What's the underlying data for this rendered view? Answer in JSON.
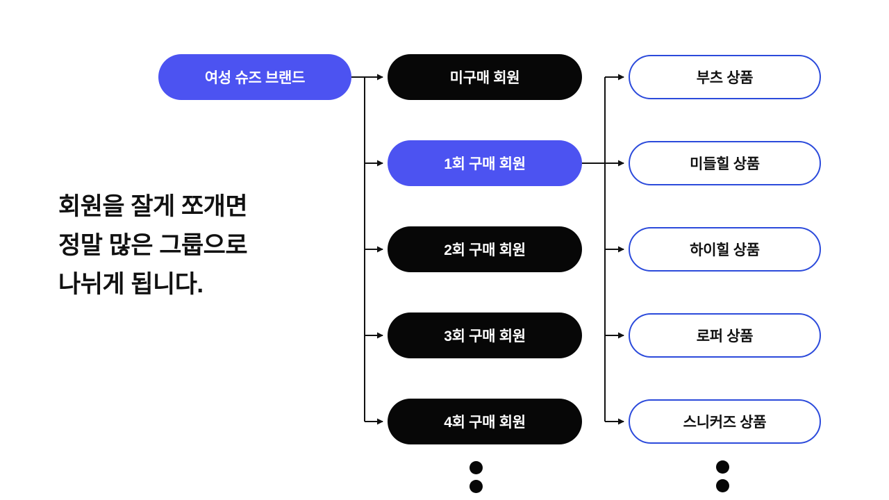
{
  "colors": {
    "page_bg": "#ffffff",
    "accent_blue": "#4C53F1",
    "outline_blue": "#2B4ADB",
    "node_black": "#070707",
    "text_dark": "#111111",
    "text_light": "#ffffff",
    "connector": "#111111"
  },
  "heading": {
    "lines": [
      "회원을 잘게 쪼개면",
      "정말 많은 그룹으로",
      "나뉘게 됩니다."
    ]
  },
  "diagram": {
    "root": {
      "label": "여성 슈즈 브랜드"
    },
    "members": [
      {
        "label": "미구매 회원",
        "highlighted": false
      },
      {
        "label": "1회 구매 회원",
        "highlighted": true
      },
      {
        "label": "2회 구매 회원",
        "highlighted": false
      },
      {
        "label": "3회 구매 회원",
        "highlighted": false
      },
      {
        "label": "4회 구매 회원",
        "highlighted": false
      }
    ],
    "products": [
      {
        "label": "부츠 상품"
      },
      {
        "label": "미들힐 상품"
      },
      {
        "label": "하이힐 상품"
      },
      {
        "label": "로퍼 상품"
      },
      {
        "label": "스니커즈 상품"
      }
    ]
  }
}
